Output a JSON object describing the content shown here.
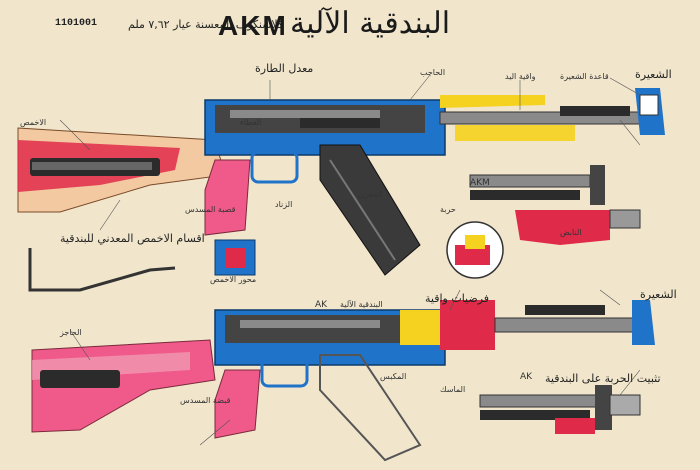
{
  "poster": {
    "title_arabic": "البندقية الآلية",
    "title_latin": "AKM",
    "subtitle": "كلاشنكوف المعسنة عيار ٧,٦٢ ملم",
    "code": "1101001",
    "label_ak": "AK",
    "label_ak_arabic": "البندقية الآلية",
    "label_akm_small": "AKM",
    "label_ak_small": "AK",
    "label_sections": "اقسام الاخمص المعدني للبندقية",
    "label_muzzle_top": "الشعيرة",
    "label_muzzle_bottom": "الشعيرة",
    "label_rear_sight": "معدل الطارة",
    "label_sight_marks": "فرضيات واقية",
    "label_stock_top": "قصبة المسدس",
    "label_barrel_label": "قاعدة الشعيرة",
    "label_gas": "واقية اليد",
    "label_bolt": "الحاجب",
    "label_mag": "المخزن",
    "label_trigger": "الزناد",
    "label_safety": "محور الاخمص",
    "label_butt": "الاخمص",
    "label_grip": "قبضة المسدس",
    "label_bayonet": "حربة",
    "label_cover": "الغطاء",
    "label_spring": "النابض",
    "label_handguard": "الحاجز",
    "label_latch": "الماسك",
    "label_piston": "المكبس",
    "label_detail_text": "تثبيت الحربة على البندقية"
  },
  "colors": {
    "paper": "#f1e6cc",
    "blue": "#1f73c9",
    "red": "#e02a4a",
    "pink": "#ef5a8a",
    "yellow": "#f5d21f",
    "wood": "#f2c9a0",
    "dark": "#2b2b2b",
    "gray": "#8a8a8a"
  }
}
